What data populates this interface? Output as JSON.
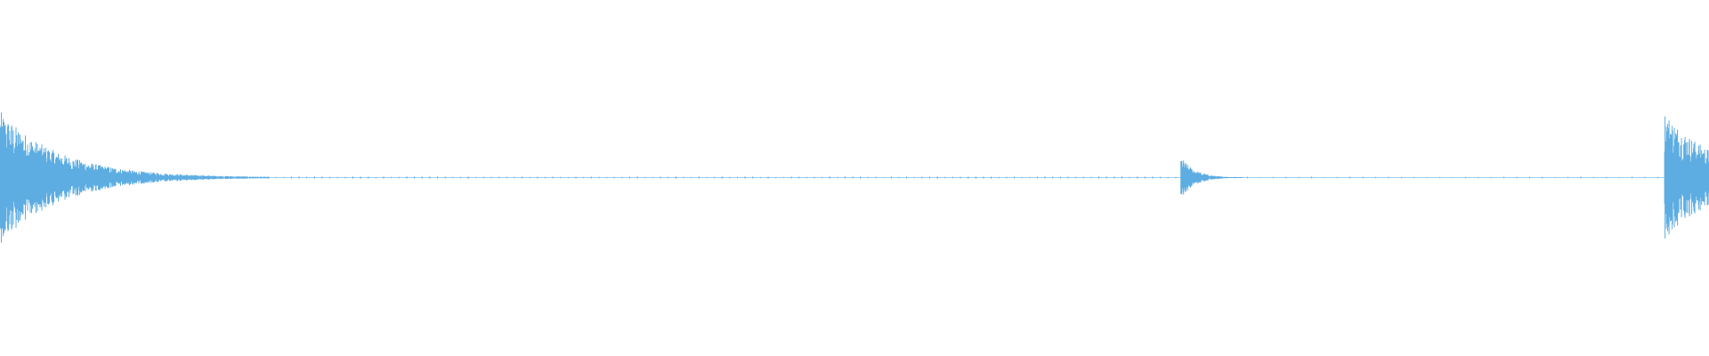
{
  "waveform": {
    "color": "#5DADE2",
    "baseline_color": "#5DADE2",
    "type": "audio-waveform",
    "duration_fraction": 1.0,
    "events": [
      {
        "name": "onset-1",
        "at": 0.0,
        "peak": 0.5,
        "decay": 0.035
      },
      {
        "name": "onset-2",
        "at": 0.691,
        "peak": 0.16,
        "decay": 0.008
      },
      {
        "name": "onset-3",
        "at": 0.974,
        "peak": 0.5,
        "decay": 0.03
      }
    ],
    "ticks": [
      {
        "start": 0.04,
        "end": 0.688,
        "spacing": 0.0045,
        "amplitude": 0.006
      },
      {
        "start": 0.7,
        "end": 0.973,
        "spacing": 0.0075,
        "amplitude": 0.005
      }
    ]
  }
}
